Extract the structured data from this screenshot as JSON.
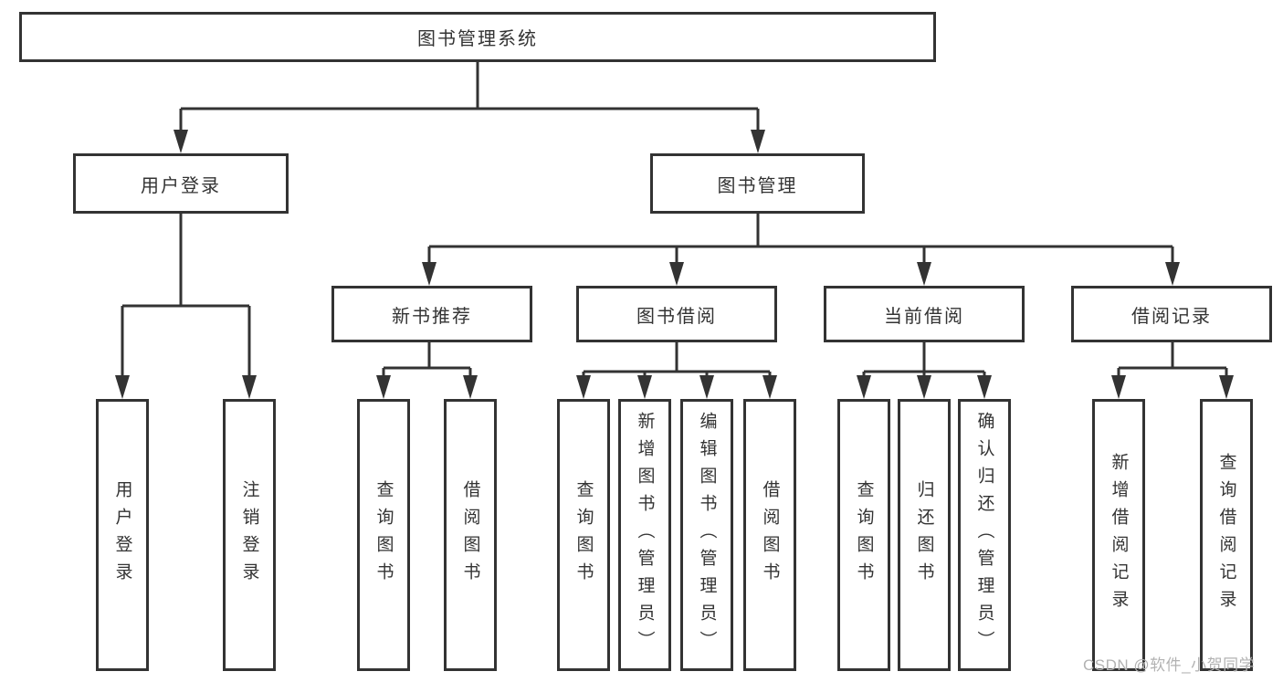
{
  "nodes": {
    "root": "图书管理系统",
    "user_login": "用户登录",
    "book_mgmt": "图书管理",
    "new_book_rec": "新书推荐",
    "book_borrow": "图书借阅",
    "current_borrow": "当前借阅",
    "borrow_records": "借阅记录",
    "leaf_user_login": "用户登录",
    "leaf_logout": "注销登录",
    "leaf_nbr_query": "查询图书",
    "leaf_nbr_borrow": "借阅图书",
    "leaf_bb_query": "查询图书",
    "leaf_bb_add": "新增图书（管理员）",
    "leaf_bb_edit": "编辑图书（管理员）",
    "leaf_bb_borrow": "借阅图书",
    "leaf_cb_query": "查询图书",
    "leaf_cb_return": "归还图书",
    "leaf_cb_confirm": "确认归还（管理员）",
    "leaf_br_add": "新增借阅记录",
    "leaf_br_query": "查询借阅记录"
  },
  "hierarchy": {
    "图书管理系统": {
      "用户登录": [
        "用户登录",
        "注销登录"
      ],
      "图书管理": {
        "新书推荐": [
          "查询图书",
          "借阅图书"
        ],
        "图书借阅": [
          "查询图书",
          "新增图书（管理员）",
          "编辑图书（管理员）",
          "借阅图书"
        ],
        "当前借阅": [
          "查询图书",
          "归还图书",
          "确认归还（管理员）"
        ],
        "借阅记录": [
          "新增借阅记录",
          "查询借阅记录"
        ]
      }
    }
  },
  "watermark": "CSDN @软件_小贺同学",
  "colors": {
    "line": "#333333",
    "box_border": "#333333",
    "text": "#333333",
    "background": "#ffffff",
    "watermark": "#b2b2b2"
  }
}
